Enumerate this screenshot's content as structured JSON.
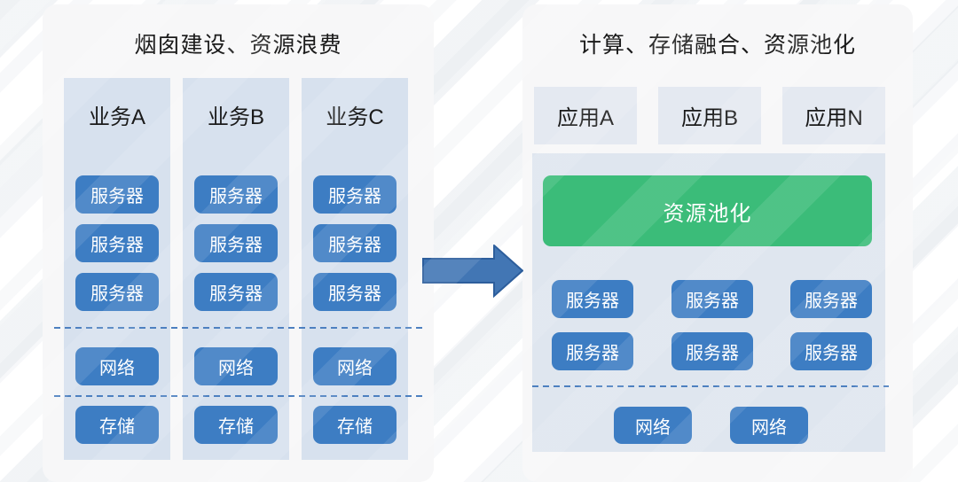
{
  "left": {
    "title": "烟囱建设、资源浪费",
    "columns": [
      {
        "header": "业务A",
        "servers": [
          "服务器",
          "服务器",
          "服务器"
        ],
        "network": "网络",
        "storage": "存储"
      },
      {
        "header": "业务B",
        "servers": [
          "服务器",
          "服务器",
          "服务器"
        ],
        "network": "网络",
        "storage": "存储"
      },
      {
        "header": "业务C",
        "servers": [
          "服务器",
          "服务器",
          "服务器"
        ],
        "network": "网络",
        "storage": "存储"
      }
    ]
  },
  "right": {
    "title": "计算、存储融合、资源池化",
    "apps": [
      "应用A",
      "应用B",
      "应用N"
    ],
    "pool_label": "资源池化",
    "server_rows": [
      [
        "服务器",
        "服务器",
        "服务器"
      ],
      [
        "服务器",
        "服务器",
        "服务器"
      ]
    ],
    "networks": [
      "网络",
      "网络"
    ]
  },
  "icons": {
    "arrow": "right-arrow-icon"
  },
  "colors": {
    "panel_bg": "#f7f7f8",
    "column_bg": "#d7e1ee",
    "container_bg": "#dfe6ef",
    "app_box_bg": "#e4e9f1",
    "blue_box": "#3d7dc3",
    "green_box": "#3bbc79",
    "arrow_fill": "#4276b4",
    "arrow_border": "#2d5e9c",
    "dashed_line": "#4d80c0",
    "text_dark": "#1a1a1a",
    "text_light": "#ffffff"
  }
}
